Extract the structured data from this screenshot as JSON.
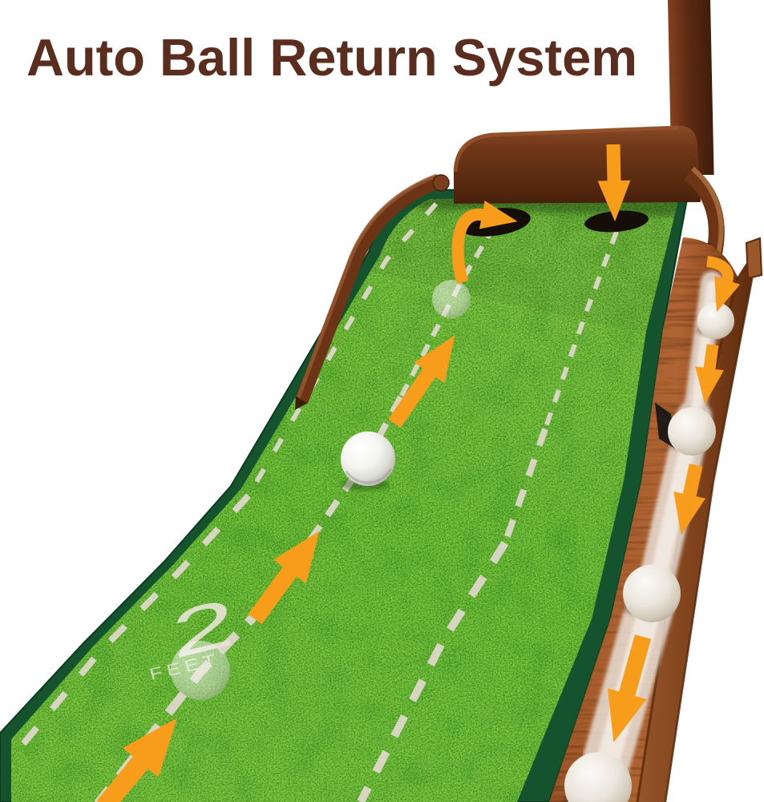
{
  "header": {
    "title": "Auto Ball Return System",
    "title_color": "#5b2d1e"
  },
  "mat_markings": {
    "distance_number": "2",
    "distance_unit": "FEET"
  },
  "colors": {
    "background": "#ffffff",
    "arrow_orange": "#f79d1b",
    "turf_green": "#6abb37",
    "border_green": "#14532e",
    "lane_line_white": "#ddd7ca",
    "hole_black": "#150e08",
    "wood_dark_brown": "#5e2c13",
    "wood_channel_brown": "#9c5626",
    "ball_white": "#ffffff",
    "track_silver": "#ece7e0"
  },
  "icons": {
    "up-arrow-icon": "▲ putt direction up the green",
    "down-arrow-icon": "▼ ball drop / return direction",
    "curved-arrow-icon": "↪ ball hooking into hole / channel"
  }
}
